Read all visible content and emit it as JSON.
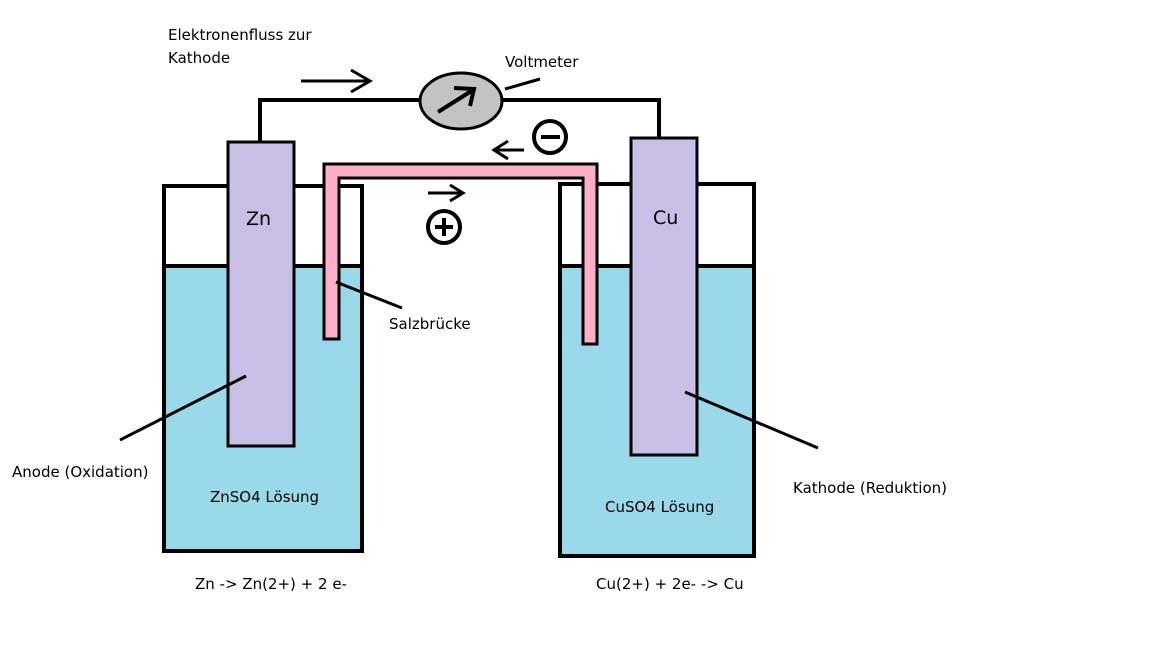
{
  "labels": {
    "electron_flow_line1": "Elektronenfluss zur",
    "electron_flow_line2": "Kathode",
    "voltmeter": "Voltmeter",
    "salt_bridge": "Salzbrücke",
    "anode": "Anode (Oxidation)",
    "cathode": "Kathode (Reduktion)",
    "zn_solution": "ZnSO4 Lösung",
    "cu_solution": "CuSO4 Lösung",
    "zn_reaction": "Zn -> Zn(2+) + 2 e-",
    "cu_reaction": "Cu(2+) + 2e- -> Cu",
    "zn_electrode": "Zn",
    "cu_electrode": "Cu"
  },
  "colors": {
    "solution": "#99d9ea",
    "electrode": "#c8bfe7",
    "salt_bridge": "#ffaec9",
    "voltmeter": "#c3c3c3",
    "outline": "#000000"
  }
}
